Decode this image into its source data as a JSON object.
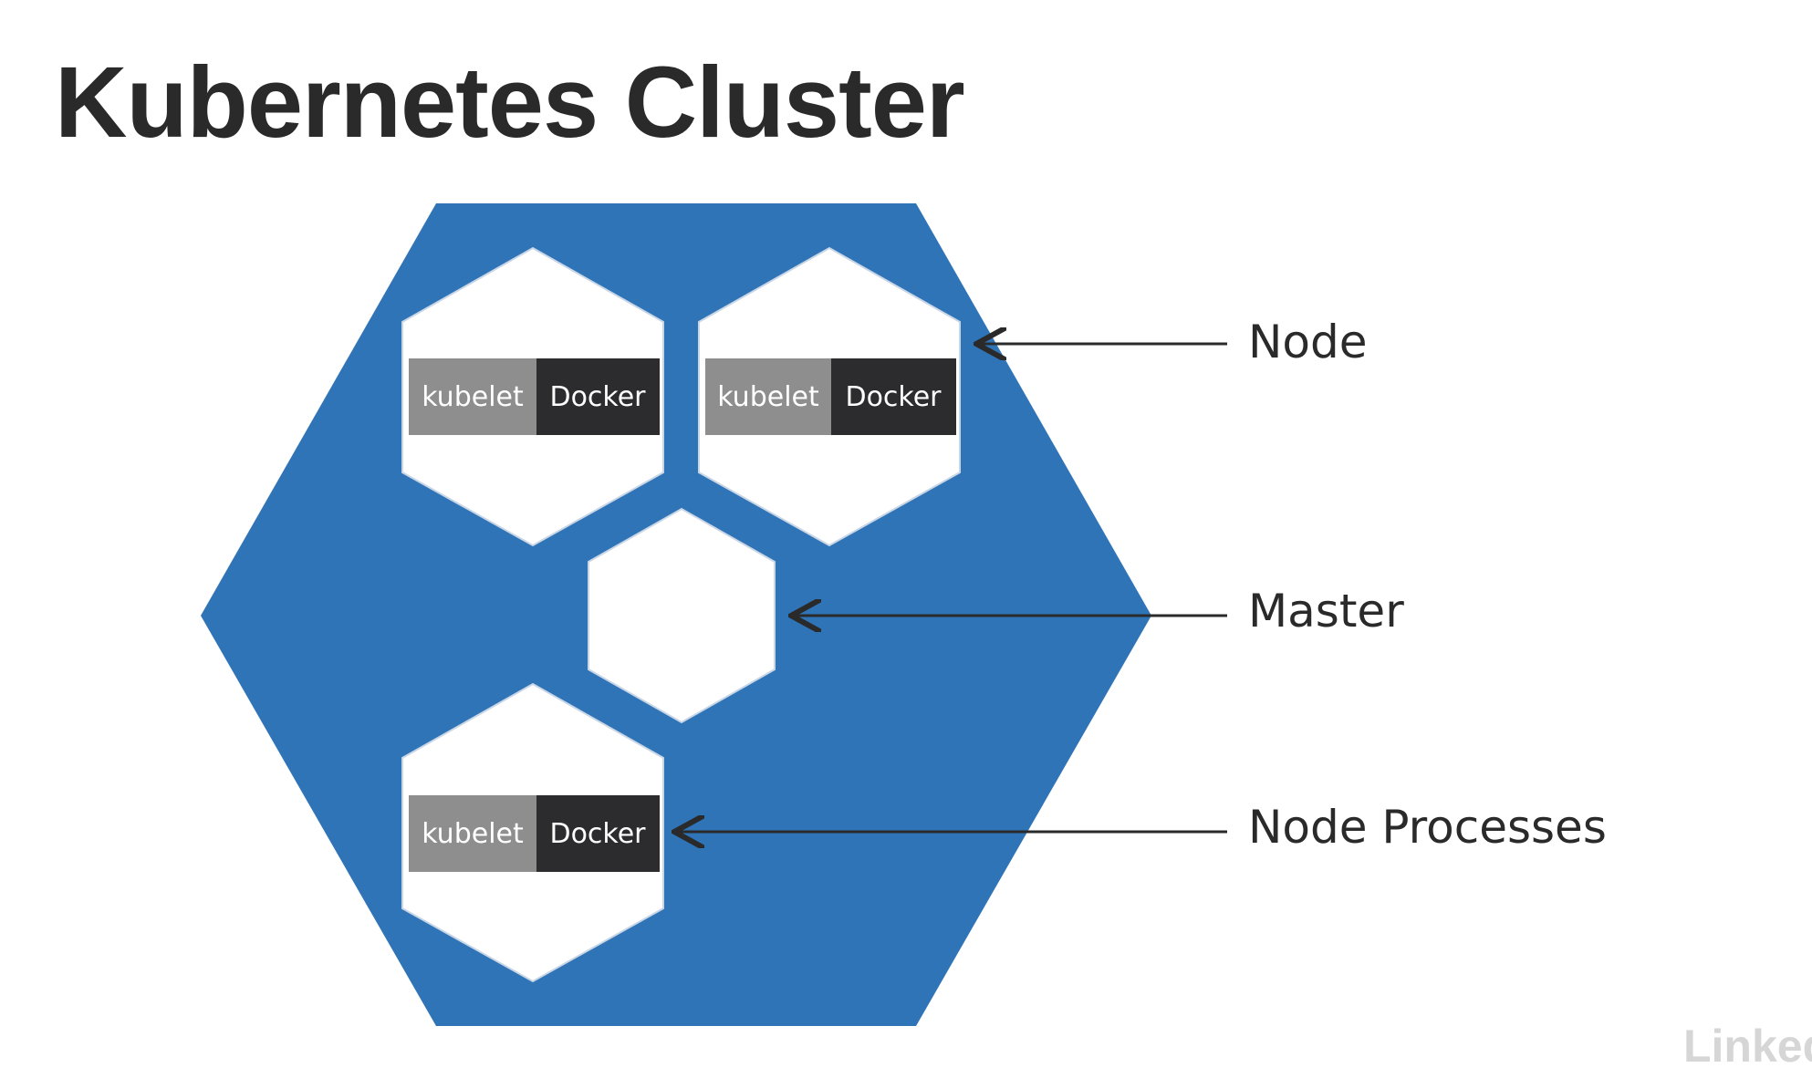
{
  "slide": {
    "title": "Kubernetes Cluster",
    "watermark": "Linked"
  },
  "colors": {
    "cluster": "#3074b8",
    "node_fill": "#ffffff",
    "kubelet": "#8e8e8e",
    "docker": "#2c2c2e",
    "text": "#2a2a2a",
    "arrow": "#2a2a2a"
  },
  "diagram": {
    "nodes": [
      {
        "kubelet_label": "kubelet",
        "docker_label": "Docker"
      },
      {
        "kubelet_label": "kubelet",
        "docker_label": "Docker"
      },
      {
        "kubelet_label": "kubelet",
        "docker_label": "Docker"
      }
    ],
    "callouts": {
      "node": "Node",
      "master": "Master",
      "node_processes": "Node Processes"
    }
  }
}
